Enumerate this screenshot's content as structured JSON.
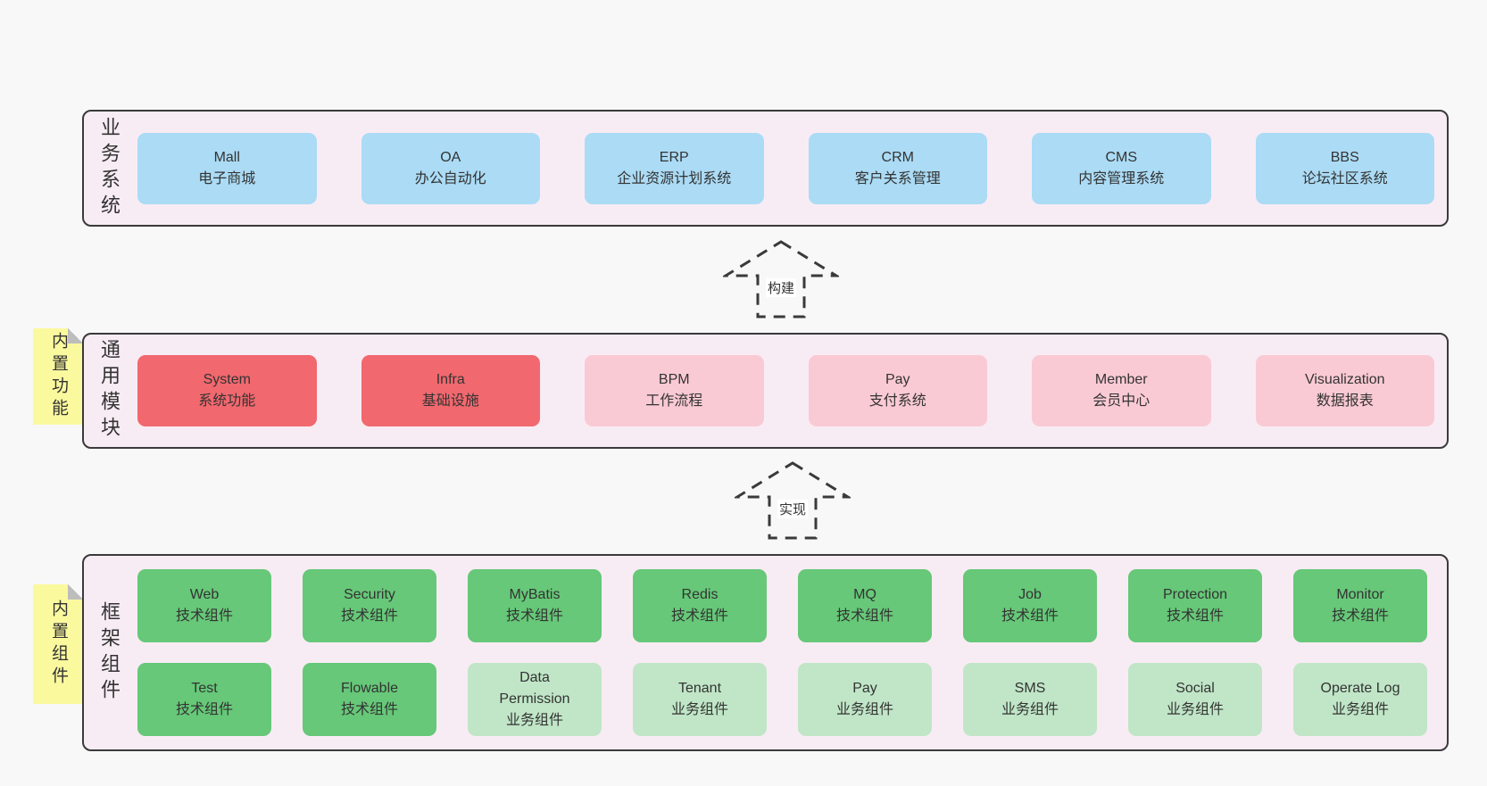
{
  "colors": {
    "page_background": "#f8f8f8",
    "layer_background": "#f8ecf4",
    "border": "#3a3a3a",
    "blue_box": "#abdbf5",
    "red_box": "#f1686e",
    "pink_box": "#facad4",
    "green_box": "#66c878",
    "light_green_box": "#c0e6c7",
    "note_yellow": "#fbf99e"
  },
  "layers": [
    {
      "id": "business-systems",
      "label": "业务系统",
      "boxes": [
        {
          "name": "Mall",
          "subtitle": "电子商城",
          "style": "blue"
        },
        {
          "name": "OA",
          "subtitle": "办公自动化",
          "style": "blue"
        },
        {
          "name": "ERP",
          "subtitle": "企业资源计划系统",
          "style": "blue"
        },
        {
          "name": "CRM",
          "subtitle": "客户关系管理",
          "style": "blue"
        },
        {
          "name": "CMS",
          "subtitle": "内容管理系统",
          "style": "blue"
        },
        {
          "name": "BBS",
          "subtitle": "论坛社区系统",
          "style": "blue"
        }
      ]
    },
    {
      "id": "common-modules",
      "label": "通用模块",
      "note": "内置功能",
      "boxes": [
        {
          "name": "System",
          "subtitle": "系统功能",
          "style": "red"
        },
        {
          "name": "Infra",
          "subtitle": "基础设施",
          "style": "red"
        },
        {
          "name": "BPM",
          "subtitle": "工作流程",
          "style": "pink"
        },
        {
          "name": "Pay",
          "subtitle": "支付系统",
          "style": "pink"
        },
        {
          "name": "Member",
          "subtitle": "会员中心",
          "style": "pink"
        },
        {
          "name": "Visualization",
          "subtitle": "数据报表",
          "style": "pink"
        }
      ]
    },
    {
      "id": "framework-components",
      "label": "框架组件",
      "note": "内置组件",
      "rows": [
        [
          {
            "name": "Web",
            "subtitle": "技术组件",
            "style": "green"
          },
          {
            "name": "Security",
            "subtitle": "技术组件",
            "style": "green"
          },
          {
            "name": "MyBatis",
            "subtitle": "技术组件",
            "style": "green"
          },
          {
            "name": "Redis",
            "subtitle": "技术组件",
            "style": "green"
          },
          {
            "name": "MQ",
            "subtitle": "技术组件",
            "style": "green"
          },
          {
            "name": "Job",
            "subtitle": "技术组件",
            "style": "green"
          },
          {
            "name": "Protection",
            "subtitle": "技术组件",
            "style": "green"
          },
          {
            "name": "Monitor",
            "subtitle": "技术组件",
            "style": "green"
          }
        ],
        [
          {
            "name": "Test",
            "subtitle": "技术组件",
            "style": "green"
          },
          {
            "name": "Flowable",
            "subtitle": "技术组件",
            "style": "green"
          },
          {
            "name": "Data Permission",
            "subtitle": "业务组件",
            "style": "lightgreen"
          },
          {
            "name": "Tenant",
            "subtitle": "业务组件",
            "style": "lightgreen"
          },
          {
            "name": "Pay",
            "subtitle": "业务组件",
            "style": "lightgreen"
          },
          {
            "name": "SMS",
            "subtitle": "业务组件",
            "style": "lightgreen"
          },
          {
            "name": "Social",
            "subtitle": "业务组件",
            "style": "lightgreen"
          },
          {
            "name": "Operate Log",
            "subtitle": "业务组件",
            "style": "lightgreen"
          }
        ]
      ]
    }
  ],
  "arrows": [
    {
      "label": "构建"
    },
    {
      "label": "实现"
    }
  ]
}
